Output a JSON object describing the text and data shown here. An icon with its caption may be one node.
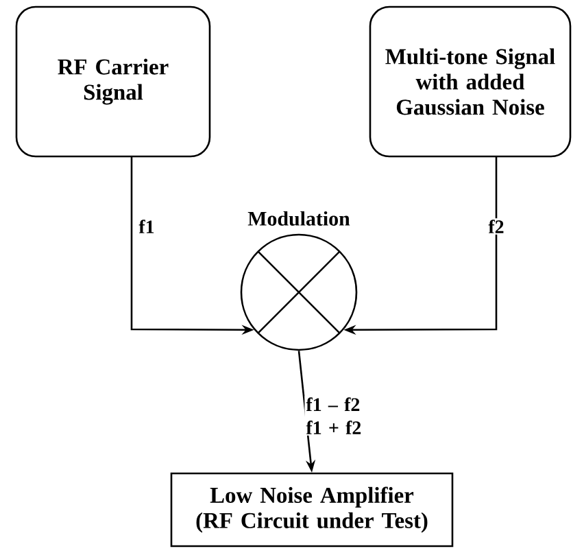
{
  "diagram": {
    "nodes": [
      {
        "text": [
          "RF Carrier Signal"
        ]
      },
      {
        "text": [
          "Multi-tone Signal with added Gaussian Noise"
        ]
      },
      {
        "text": [
          "Modulation"
        ]
      },
      {
        "text": [
          "Low Noise Amplifier (RF Circuit under Test)"
        ]
      }
    ],
    "edges": [
      {
        "from": 0,
        "to": 2,
        "arrow": "to",
        "label": "f1"
      },
      {
        "from": 1,
        "to": 2,
        "arrow": "to",
        "label": "f2"
      },
      {
        "from": 2,
        "to": 3,
        "arrow": "to",
        "label": "f1 – f2 f1 + f2"
      }
    ]
  }
}
